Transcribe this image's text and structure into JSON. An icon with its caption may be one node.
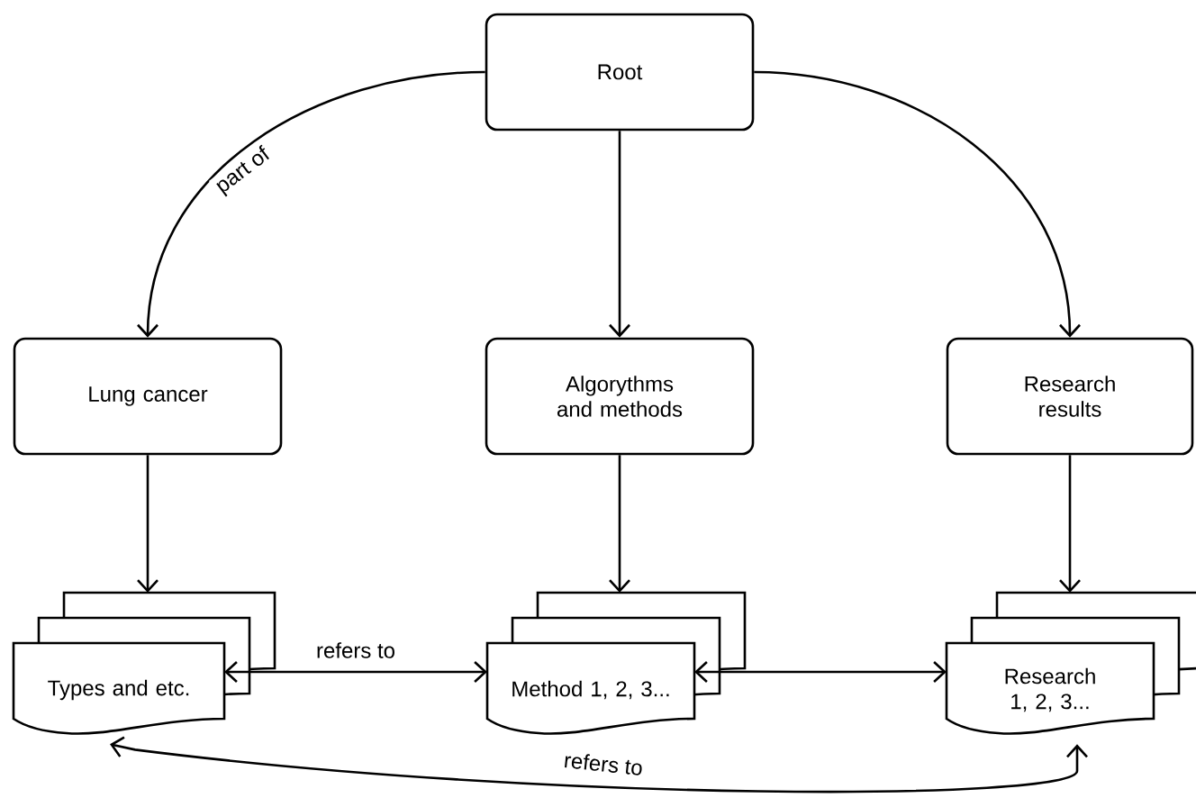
{
  "diagram": {
    "nodes": [
      {
        "text": [
          "Root"
        ]
      },
      {
        "text": [
          "Lung cancer"
        ]
      },
      {
        "text": [
          "Algorythms and methods"
        ]
      },
      {
        "text": [
          "Research results"
        ]
      },
      {
        "text": [
          "Types and etc."
        ]
      },
      {
        "text": [
          "Method 1, 2, 3..."
        ]
      },
      {
        "text": [
          "Research 1, 2, 3..."
        ]
      }
    ],
    "edges": [
      {
        "from": 0,
        "to": 1,
        "arrow": "to",
        "label": "part of"
      },
      {
        "from": 0,
        "to": 2,
        "arrow": "to"
      },
      {
        "from": 0,
        "to": 3,
        "arrow": "to"
      },
      {
        "from": 1,
        "to": 4,
        "arrow": "to"
      },
      {
        "from": 2,
        "to": 5,
        "arrow": "to"
      },
      {
        "from": 3,
        "to": 6,
        "arrow": "to"
      },
      {
        "from": 4,
        "to": 5,
        "arrow": "both",
        "label": "refers to"
      },
      {
        "from": 5,
        "to": 6,
        "arrow": "both"
      },
      {
        "from": 4,
        "to": 6,
        "arrow": "both",
        "label": "refers to"
      }
    ]
  }
}
